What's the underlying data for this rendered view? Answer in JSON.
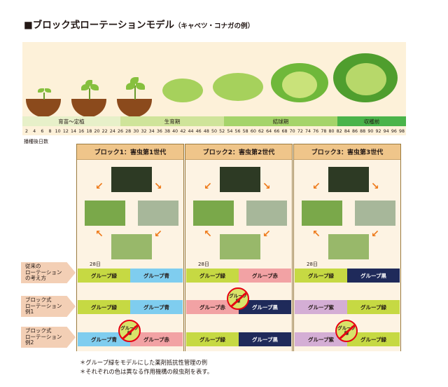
{
  "title": {
    "main": "■ブロック式ローテーションモデル",
    "sub": "（キャベツ・コナガの例）"
  },
  "stages": [
    {
      "label": "育苗〜定植",
      "color": "#e7f0c9"
    },
    {
      "label": "生育期",
      "color": "#cfe49a"
    },
    {
      "label": "結球期",
      "color": "#a5d46a"
    },
    {
      "label": "収穫前",
      "color": "#4ab44a"
    }
  ],
  "ticks": [
    "2",
    "4",
    "6",
    "8",
    "10",
    "12",
    "14",
    "16",
    "18",
    "20",
    "22",
    "24",
    "26",
    "28",
    "30",
    "32",
    "34",
    "36",
    "38",
    "40",
    "42",
    "44",
    "46",
    "48",
    "50",
    "52",
    "54",
    "56",
    "58",
    "60",
    "62",
    "64",
    "66",
    "68",
    "70",
    "72",
    "74",
    "76",
    "78",
    "80",
    "82",
    "84",
    "86",
    "88",
    "90",
    "92",
    "94",
    "96",
    "98"
  ],
  "axis_caption": "播種後日数",
  "blocks": [
    {
      "title": "ブロック1：害虫第1世代",
      "day": "28日"
    },
    {
      "title": "ブロック2：害虫第2世代",
      "day": "28日"
    },
    {
      "title": "ブロック3：害虫第3世代",
      "day": "28日"
    }
  ],
  "row_labels": [
    {
      "l1": "従来の",
      "l2": "ローテーション",
      "l3": "の考え方"
    },
    {
      "l1": "ブロック式",
      "l2": "ローテーション",
      "l3": "例1"
    },
    {
      "l1": "ブロック式",
      "l2": "ローテーション",
      "l3": "例2"
    }
  ],
  "groups": {
    "green": "グループ緑",
    "blue": "グループ青",
    "red": "グループ赤",
    "navy": "グループ黒",
    "purple": "グループ紫",
    "ban_l1": "グルー",
    "ban_l2": "プ",
    "ban_l3": "緑"
  },
  "notes": [
    "＊グループ緑をモデルにした薬剤抵抗性管理の例",
    "＊それぞれの色は異なる作用機構の殺虫剤を表す。"
  ],
  "colors": {
    "arrow": "#ee7a1a",
    "block_head": "#efc58a",
    "ban_ring": "#e60012"
  }
}
